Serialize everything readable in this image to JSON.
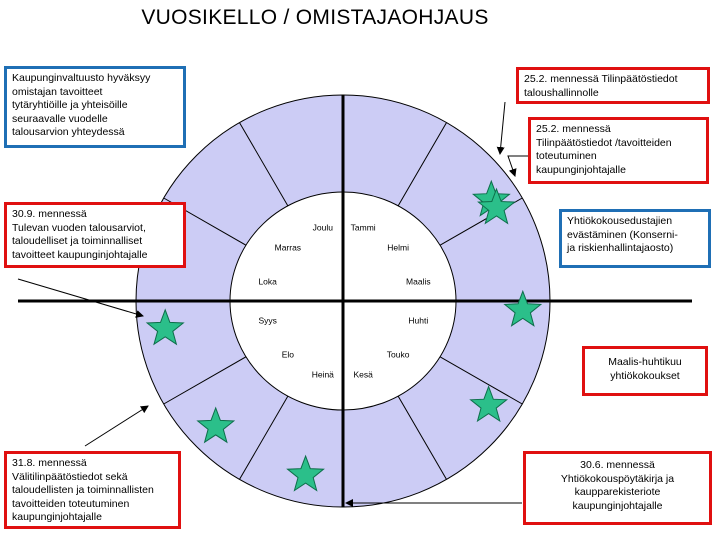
{
  "title": "VUOSIKELLO / OMISTAJAOHJAUS",
  "months": [
    "Tammi",
    "Helmi",
    "Maalis",
    "Huhti",
    "Touko",
    "Kesä",
    "Heinä",
    "Elo",
    "Syys",
    "Loka",
    "Marras",
    "Joulu"
  ],
  "boxes": {
    "kv": "Kaupunginvaltuusto hyväksyy\nomistajan tavoitteet\ntytäryhtiöille ja yhteisöille\nseuraavalle vuodelle\ntalousarvion yhteydessä",
    "feb_a": "25.2. mennessä Tilinpäätöstiedot\ntaloushallinnolle",
    "feb_b": "25.2. mennessä\nTilinpäätöstiedot /tavoitteiden\ntoteutuminen\nkaupunginjohtajalle",
    "yhtio": "Yhtiökokousedustajien\nevästäminen (Konserni-\nja riskienhallintajaosto)",
    "maalis": "Maalis-huhtikuu\nyhtiökokoukset",
    "sep": "30.9. mennessä\nTulevan vuoden talousarviot,\ntaloudelliset ja toiminnalliset\ntavoitteet kaupunginjohtajalle",
    "aug": "31.8. mennessä\nVälitilinpäätöstiedot sekä\ntaloudellisten ja toiminnallisten\ntavoitteiden toteutuminen\nkaupunginjohtajalle",
    "jun": "30.6. mennessä\nYhtiökokouspöytäkirja ja\nkaupparekisteriote\nkaupunginjohtajalle"
  },
  "colors": {
    "ring": "#ccccf5",
    "red": "#e01010",
    "blue": "#1f6fb5",
    "star": "#2bbf8a"
  },
  "star_months": [
    1.85,
    1.95,
    3.1,
    4.2,
    6.4,
    7.5,
    8.7
  ]
}
